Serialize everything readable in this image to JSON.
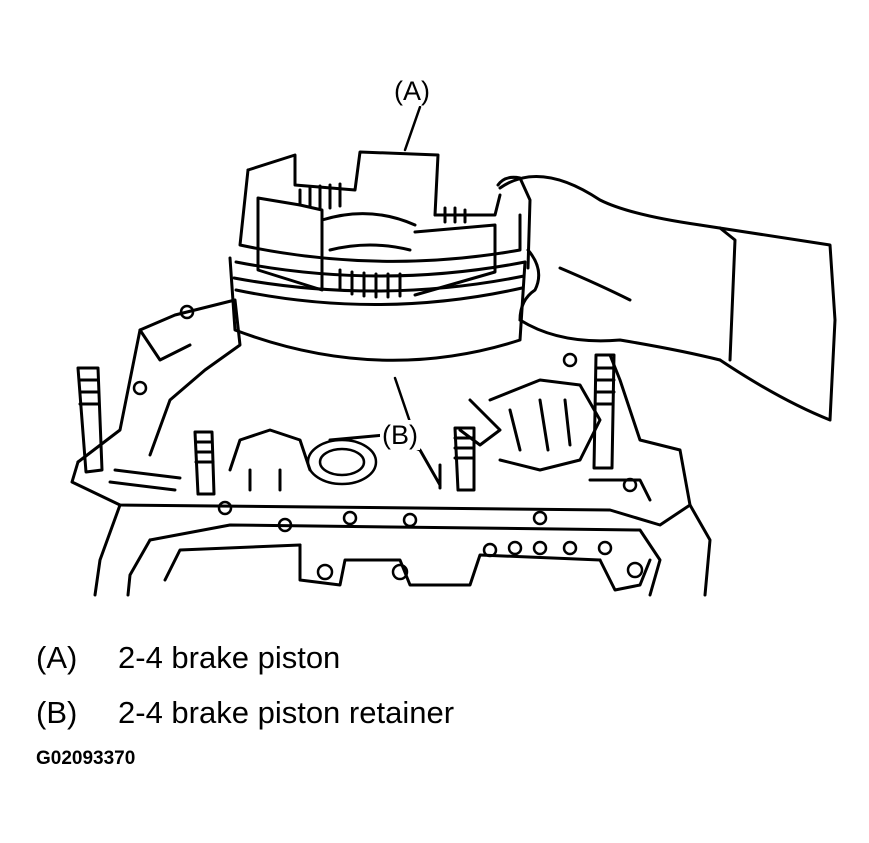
{
  "callouts": {
    "a": "(A)",
    "b": "(B)"
  },
  "legend": [
    {
      "key": "(A)",
      "text": "2-4 brake piston"
    },
    {
      "key": "(B)",
      "text": "2-4 brake piston retainer"
    }
  ],
  "figure_id": "G02093370"
}
